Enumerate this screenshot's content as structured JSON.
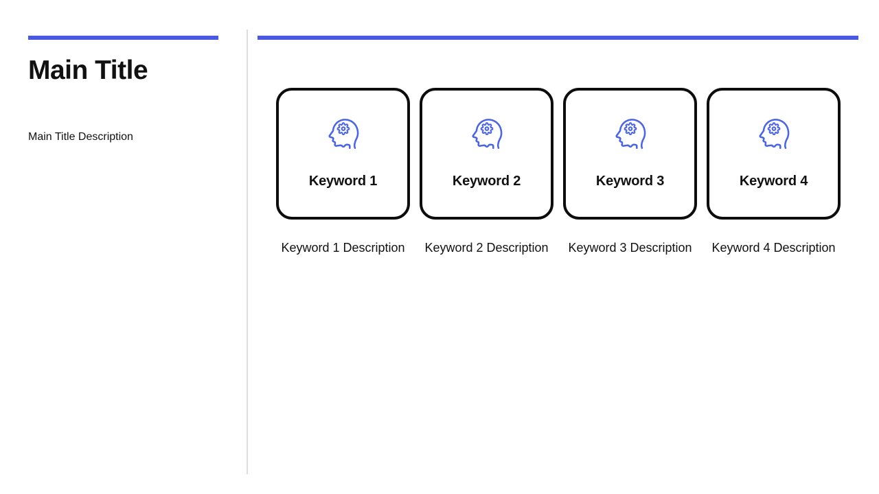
{
  "left_panel": {
    "title": "Main Title",
    "description": "Main Title Description"
  },
  "right_panel": {
    "cards": [
      {
        "icon": "head-gear-icon",
        "label": "Keyword 1",
        "description": "Keyword 1 Description"
      },
      {
        "icon": "head-gear-icon",
        "label": "Keyword 2",
        "description": "Keyword 2 Description"
      },
      {
        "icon": "head-gear-icon",
        "label": "Keyword 3",
        "description": "Keyword 3 Description"
      },
      {
        "icon": "head-gear-icon",
        "label": "Keyword 4",
        "description": "Keyword 4 Description"
      }
    ]
  },
  "colors": {
    "accent_bar": "#4A58E2",
    "icon_blue": "#4A64E8",
    "card_border": "#0D0D0D",
    "divider": "#DCDCDC",
    "text": "#111111",
    "background": "#FFFFFF"
  }
}
